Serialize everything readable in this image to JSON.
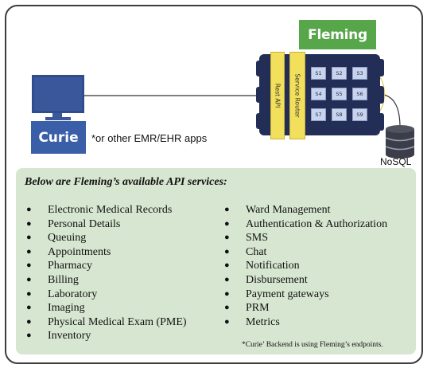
{
  "diagram": {
    "fleming_label": "Fleming",
    "rest_api_label": "Rest API",
    "service_router_label": "Service Router",
    "services_grid": [
      "S1",
      "S2",
      "S3",
      "S4",
      "S5",
      "S6",
      "S7",
      "S8",
      "S9"
    ],
    "curie_label": "Curie",
    "curie_note": "*or other EMR/EHR apps",
    "nosql_label": "NoSQL",
    "colors": {
      "fleming_green": "#57a64a",
      "server_navy": "#232e57",
      "router_yellow": "#f2df5b",
      "curie_blue": "#3a5ea8",
      "panel_green": "#d7e6d0"
    }
  },
  "api_panel": {
    "title": "Below are Fleming’s available API services:",
    "left_column": [
      "Electronic Medical Records",
      "Personal Details",
      "Queuing",
      "Appointments",
      "Pharmacy",
      "Billing",
      "Laboratory",
      "Imaging",
      "Physical Medical Exam (PME)",
      "Inventory"
    ],
    "right_column": [
      "Ward Management",
      "Authentication & Authorization",
      "SMS",
      "Chat",
      "Notification",
      "Disbursement",
      "Payment gateways",
      "PRM",
      "Metrics"
    ],
    "bullet": "●",
    "footnote": "*Curie’ Backend is using Fleming’s endpoints."
  }
}
